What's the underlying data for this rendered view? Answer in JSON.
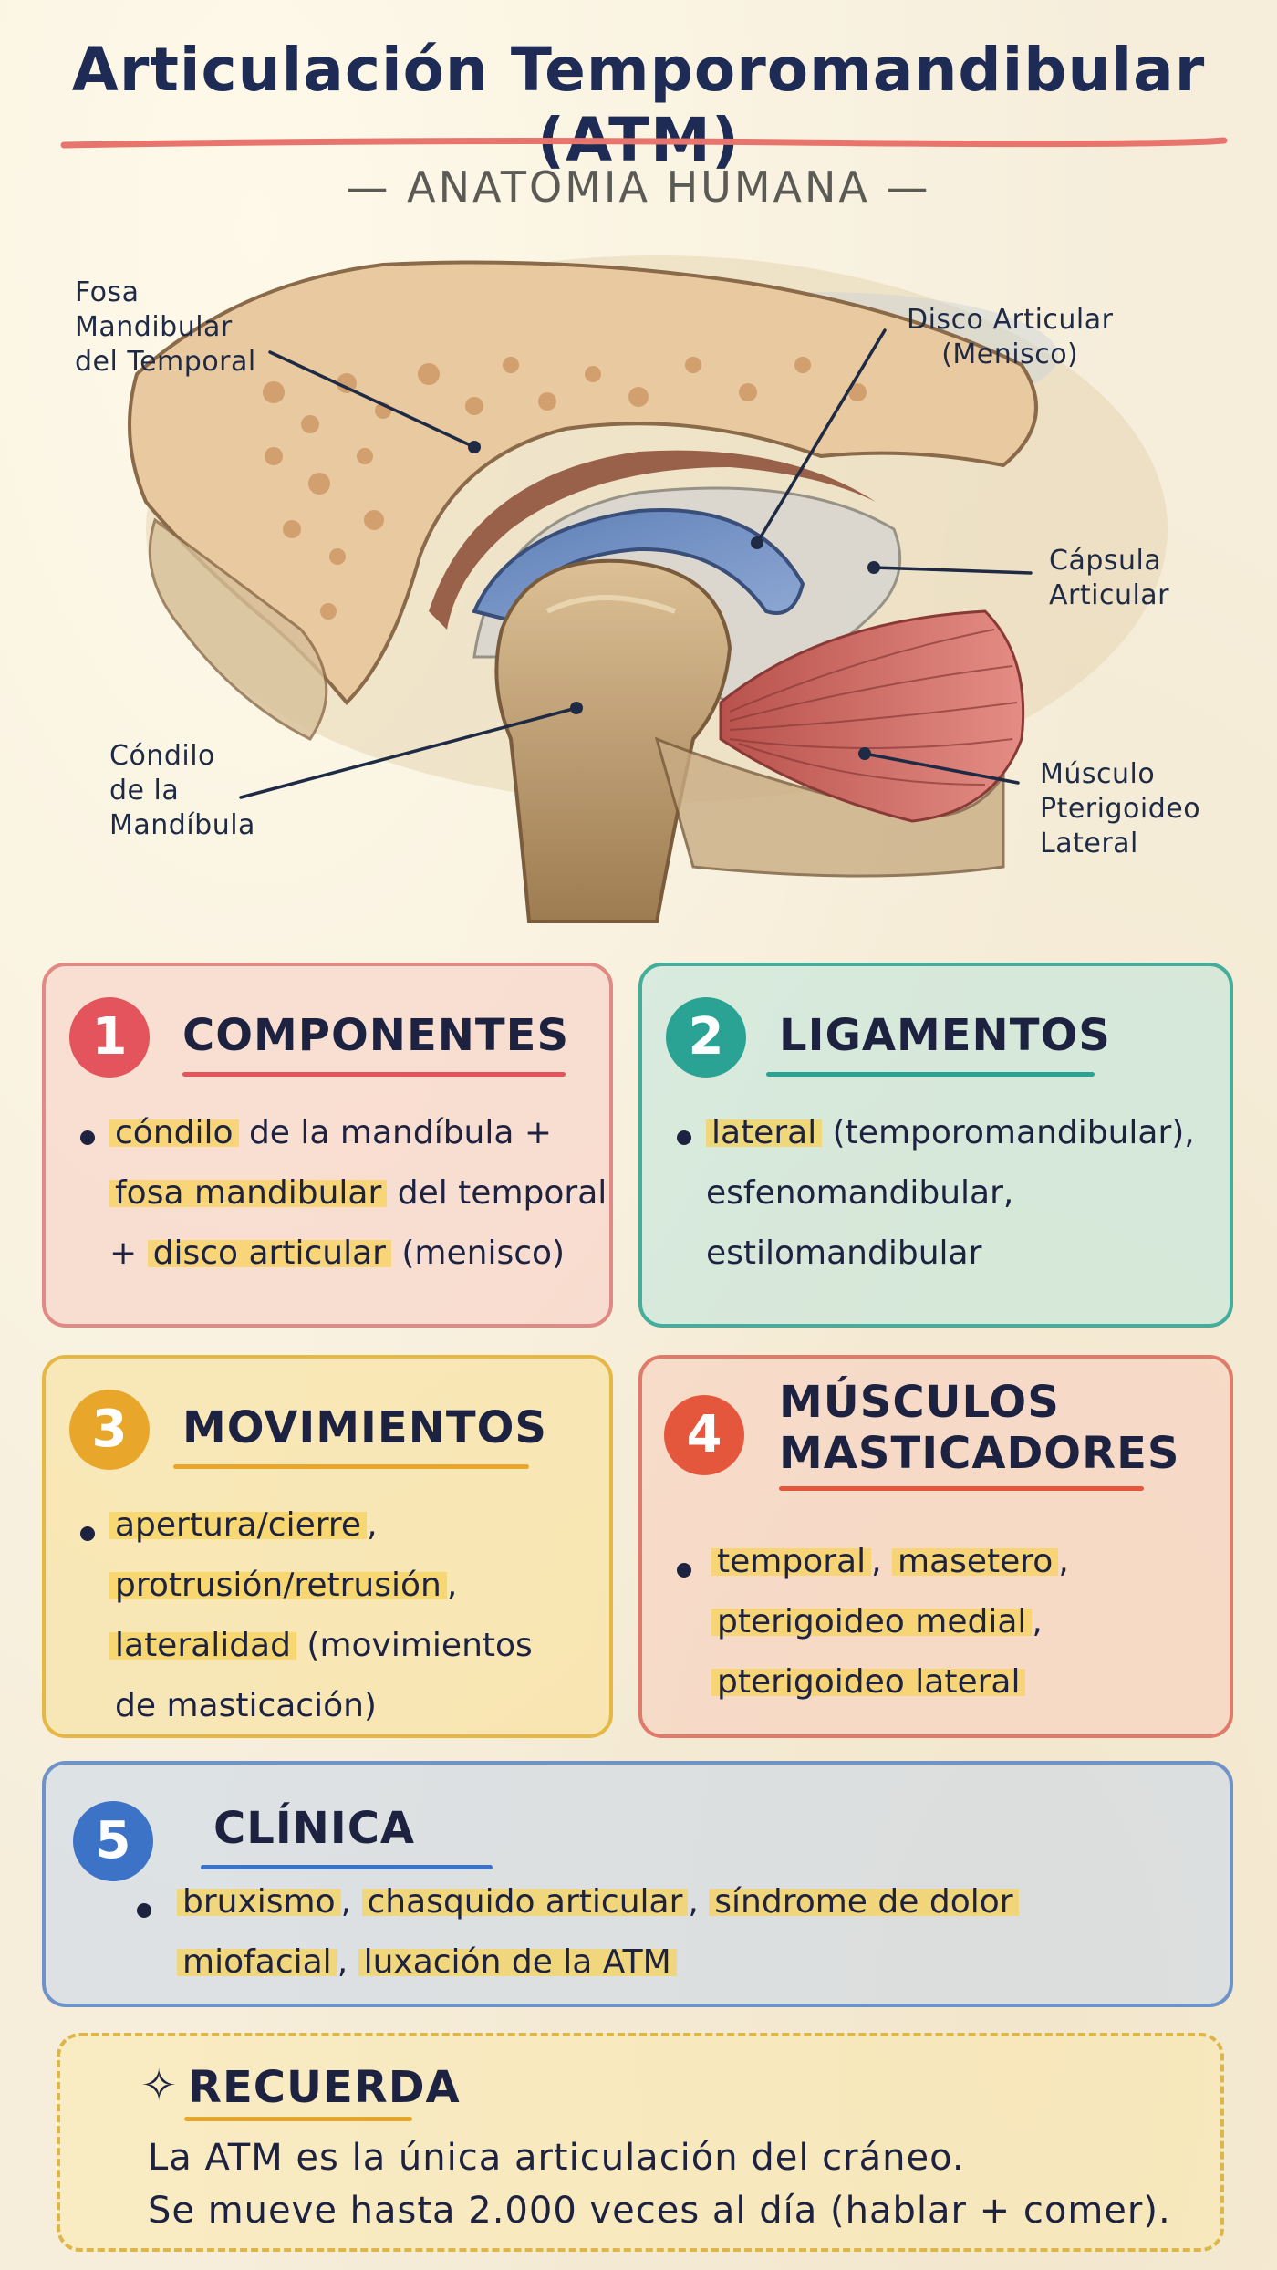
{
  "title": "Articulación Temporomandibular (ATM)",
  "subtitle": "— ANATOMIA HUMANA —",
  "diagram": {
    "labels": {
      "fosa": [
        "Fosa",
        "Mandibular",
        "del Temporal"
      ],
      "disco": [
        "Disco Articular",
        "(Menisco)"
      ],
      "capsula": [
        "Cápsula",
        "Articular"
      ],
      "condilo": [
        "Cóndilo",
        "de la",
        "Mandíbula"
      ],
      "musculo": [
        "Músculo",
        "Pterigoideo",
        "Lateral"
      ]
    }
  },
  "cards": {
    "c1": {
      "number": "1",
      "title": "COMPONENTES",
      "lines": [
        {
          "hl": "cóndilo",
          "rest": " de la mandíbula +"
        },
        {
          "hl": "fosa mandibular",
          "rest": " del temporal"
        },
        {
          "pre": "+ ",
          "hl": "disco articular",
          "rest": " (menisco)"
        }
      ]
    },
    "c2": {
      "number": "2",
      "title": "LIGAMENTOS",
      "lines": [
        {
          "hl": "lateral",
          "rest": " (temporomandibular),"
        },
        {
          "rest": "esfenomandibular,"
        },
        {
          "rest": "estilomandibular"
        }
      ]
    },
    "c3": {
      "number": "3",
      "title": "MOVIMIENTOS",
      "lines": [
        {
          "hl": "apertura/cierre",
          "rest": ","
        },
        {
          "hl": "protrusión/retrusión",
          "rest": ","
        },
        {
          "hl": "lateralidad",
          "rest": " (movimientos"
        },
        {
          "rest": "de masticación)"
        }
      ]
    },
    "c4": {
      "number": "4",
      "title_lines": [
        "MÚSCULOS",
        "MASTICADORES"
      ],
      "lines": [
        {
          "hl": "temporal",
          "rest": ", ",
          "hl2": "masetero",
          "rest2": ","
        },
        {
          "hl": "pterigoideo medial",
          "rest": ","
        },
        {
          "hl": "pterigoideo lateral",
          "rest": ""
        }
      ]
    },
    "c5": {
      "number": "5",
      "title": "CLÍNICA",
      "lines": [
        {
          "hl": "bruxismo",
          "rest": ", ",
          "hl2": "chasquido articular",
          "rest2": ", ",
          "hl3": "síndrome de dolor"
        },
        {
          "hl": "miofacial",
          "rest": ", ",
          "hl2": "luxación de la ATM",
          "rest2": ""
        }
      ]
    }
  },
  "recuerda": {
    "star": "✧",
    "title": "RECUERDA",
    "line1": "La ATM es la única articulación del cráneo.",
    "line2": "Se mueve hasta 2.000 veces al día (hablar + comer)."
  },
  "colors": {
    "c1": "#e4545c",
    "c2": "#2aa394",
    "c3": "#e8a72a",
    "c4": "#e5573d",
    "c5": "#3d73c6"
  }
}
